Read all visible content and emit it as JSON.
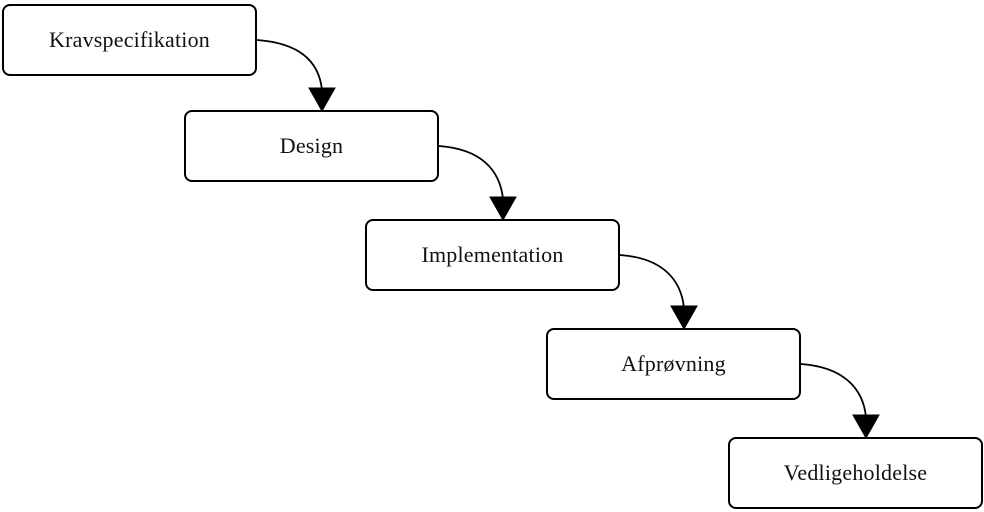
{
  "diagram": {
    "type": "flowchart-waterfall",
    "stages": [
      {
        "label": "Kravspecifikation"
      },
      {
        "label": "Design"
      },
      {
        "label": "Implementation"
      },
      {
        "label": "Afprøvning"
      },
      {
        "label": "Vedligeholdelse"
      }
    ],
    "connections": [
      {
        "from": "Kravspecifikation",
        "to": "Design"
      },
      {
        "from": "Design",
        "to": "Implementation"
      },
      {
        "from": "Implementation",
        "to": "Afprøvning"
      },
      {
        "from": "Afprøvning",
        "to": "Vedligeholdelse"
      }
    ],
    "colors": {
      "box_fill": "#ffffff",
      "box_border": "#000000",
      "text": "#111111",
      "arrow": "#000000",
      "background": "#ffffff"
    }
  }
}
